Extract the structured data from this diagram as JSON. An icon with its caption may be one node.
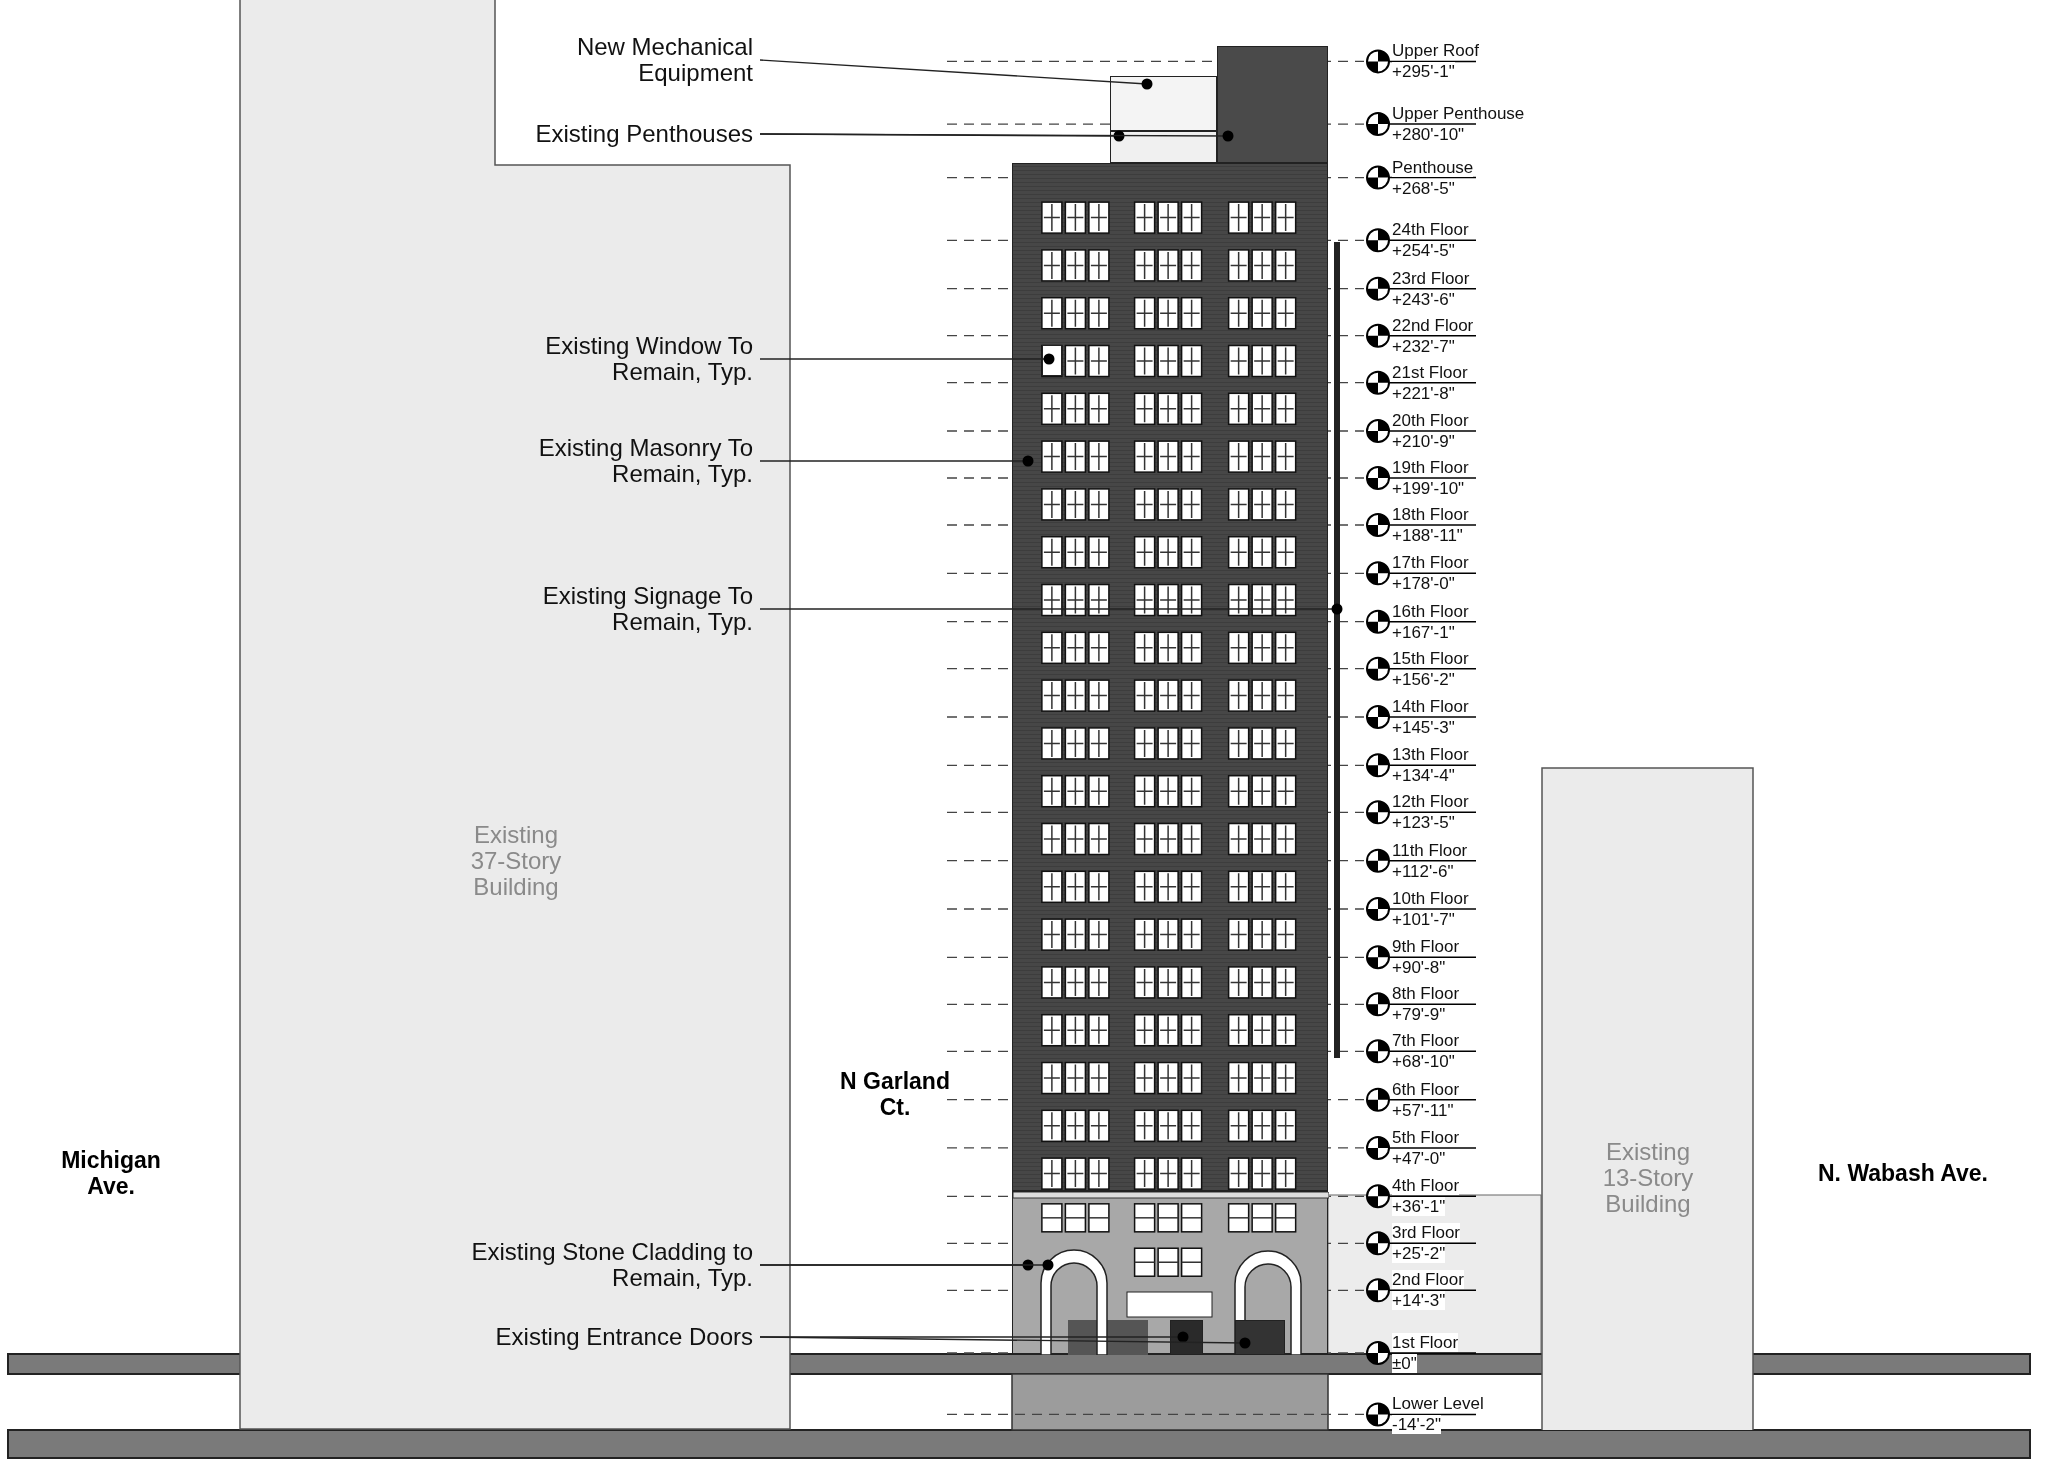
{
  "diagram": {
    "nodes": [
      {
        "text": [
          "Existing 37-Story Building"
        ]
      },
      {
        "text": [
          "New Mechanical Equipment"
        ]
      },
      {
        "text": [
          "Existing Penthouses"
        ]
      },
      {
        "text": [
          "Existing Window To Remain, Typ."
        ],
        "in": 0
      },
      {
        "text": [
          "Existing Masonry To Remain, Typ."
        ],
        "in": 0
      },
      {
        "text": [
          "Existing Signage To Remain, Typ."
        ],
        "in": 0
      },
      {
        "text": [
          "Existing Stone Cladding to Remain, Typ."
        ],
        "in": 0
      },
      {
        "text": [
          "Existing Entrance Doors"
        ],
        "in": 0
      },
      {
        "text": [],
        "shape": "box"
      },
      {
        "text": [],
        "shape": "box"
      },
      {
        "text": [],
        "shape": "box"
      },
      {
        "text": [],
        "shape": "box"
      },
      {
        "text": [],
        "shape": "box",
        "in": 11
      },
      {
        "text": [],
        "shape": "bar"
      },
      {
        "text": [],
        "shape": "box"
      },
      {
        "text": [],
        "shape": "arch",
        "in": 14
      },
      {
        "text": [],
        "shape": "box",
        "in": 14
      },
      {
        "text": [],
        "shape": "box",
        "in": 14
      },
      {
        "text": [
          "Existing 13-Story Building"
        ]
      }
    ],
    "edges": [
      {
        "from": 1,
        "to": 8,
        "arrow": "other"
      },
      {
        "from": 2,
        "to": 9,
        "arrow": "other"
      },
      {
        "from": 2,
        "to": 10,
        "arrow": "other"
      },
      {
        "from": 3,
        "to": 12,
        "arrow": "other"
      },
      {
        "from": 4,
        "to": 11,
        "arrow": "other"
      },
      {
        "from": 5,
        "to": 13,
        "arrow": "other"
      },
      {
        "from": 6,
        "to": 14,
        "arrow": "other"
      },
      {
        "from": 6,
        "to": 15,
        "arrow": "other"
      },
      {
        "from": 7,
        "to": 16,
        "arrow": "other"
      },
      {
        "from": 7,
        "to": 17,
        "arrow": "other"
      }
    ],
    "labels": [
      "Upper Roof",
      "+295'-1\"",
      "Upper Penthouse",
      "+280'-10\"",
      "Penthouse",
      "+268'-5\"",
      "24th Floor",
      "+254'-5\"",
      "23rd Floor",
      "+243'-6\"",
      "22nd Floor",
      "+232'-7\"",
      "21st Floor",
      "+221'-8\"",
      "20th Floor",
      "+210'-9\"",
      "19th Floor",
      "+199'-10\"",
      "18th Floor",
      "+188'-11\"",
      "17th Floor",
      "+178'-0\"",
      "16th Floor",
      "+167'-1\"",
      "15th Floor",
      "+156'-2\"",
      "14th Floor",
      "+145'-3\"",
      "13th Floor",
      "+134'-4\"",
      "12th Floor",
      "+123'-5\"",
      "11th Floor",
      "+112'-6\"",
      "10th Floor",
      "+101'-7\"",
      "9th Floor",
      "+90'-8\"",
      "8th Floor",
      "+79'-9\"",
      "7th Floor",
      "+68'-10\"",
      "6th Floor",
      "+57'-11\"",
      "5th Floor",
      "+47'-0\"",
      "4th Floor",
      "+36'-1\"",
      "3rd Floor",
      "+25'-2\"",
      "2nd Floor",
      "+14'-3\"",
      "1st Floor",
      "±0\"",
      "Lower Level",
      "-14'-2\"",
      "N Garland Ct.",
      "Michigan Ave.",
      "N. Wabash Ave."
    ]
  }
}
